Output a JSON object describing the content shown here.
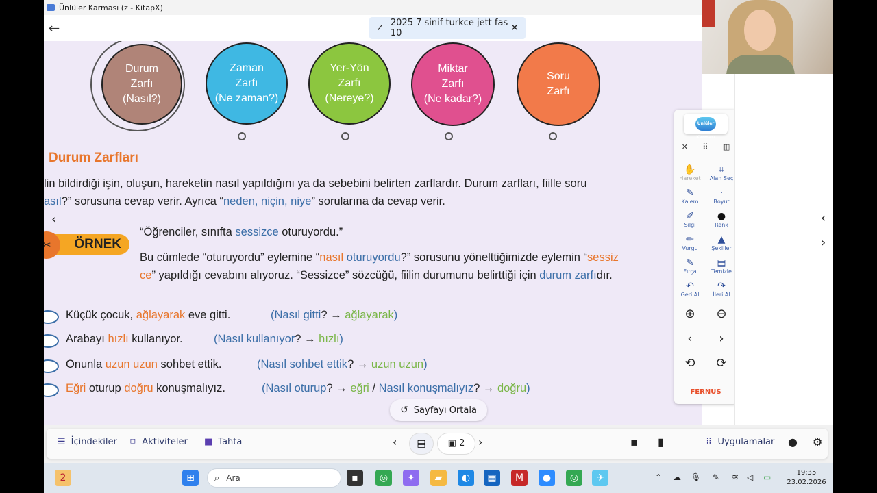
{
  "window": {
    "title": "Ünlüler Karması (z - KitapX)"
  },
  "toast": {
    "text": "2025 7 sinif turkce jett fas 10",
    "check": "✓",
    "close": "✕"
  },
  "circles": [
    {
      "lines": [
        "Durum",
        "Zarfı",
        "(Nasıl?)"
      ],
      "color": "#b08478"
    },
    {
      "lines": [
        "Zaman",
        "Zarfı",
        "(Ne zaman?)"
      ],
      "color": "#3fb8e3"
    },
    {
      "lines": [
        "Yer-Yön",
        "Zarfı",
        "(Nereye?)"
      ],
      "color": "#8cc63f"
    },
    {
      "lines": [
        "Miktar",
        "Zarfı",
        "(Ne kadar?)"
      ],
      "color": "#e0508f"
    },
    {
      "lines": [
        "Soru",
        "Zarfı"
      ],
      "color": "#f27a4a"
    }
  ],
  "section": {
    "title": "Durum Zarfları"
  },
  "paragraph": {
    "line1": "lin bildirdiği işin, oluşun, hareketin nasıl yapıldığını ya da sebebini belirten zarflardır. Durum zarfları, fiille soru",
    "line2_a": "asıl",
    "line2_b": "?” sorusuna cevap verir. Ayrıca “",
    "line2_c": "neden, niçin, niye",
    "line2_d": "” sorularına da cevap verir."
  },
  "example": {
    "badge": "ÖRNEK",
    "quote_a": "“Öğrenciler, sınıfta ",
    "quote_b": "sessizce",
    "quote_c": " oturuyordu.”",
    "exp1_a": "Bu cümlede “oturuyordu” eylemine “",
    "exp1_b": "nasıl",
    "exp1_c": " ",
    "exp1_d": "oturuyordu",
    "exp1_e": "?” sorusunu yönelttiğimizde eylemin “",
    "exp1_f": "sessiz",
    "exp2_a": "ce",
    "exp2_b": "” yapıldığı cevabını alıyoruz. “Sessizce” sözcüğü, fiilin durumunu belirttiği için ",
    "exp2_c": "durum zarfı",
    "exp2_d": "dır."
  },
  "examples": [
    {
      "s1": "Küçük çocuk, ",
      "s2": "ağlayarak",
      "s3": " eve gitti.",
      "q1": "(",
      "q2": "Nasıl gitti",
      "q3": "? → ",
      "q4": "ağlayarak",
      "q5": ")"
    },
    {
      "s1": "Arabayı ",
      "s2": "hızlı",
      "s3": " kullanıyor.",
      "q1": "(",
      "q2": "Nasıl kullanıyor",
      "q3": "? → ",
      "q4": "hızlı",
      "q5": ")"
    },
    {
      "s1": "Onunla ",
      "s2": "uzun uzun",
      "s3": " sohbet ettik.",
      "q1": "(",
      "q2": "Nasıl sohbet ettik",
      "q3": "? → ",
      "q4": "uzun uzun",
      "q5": ")"
    },
    {
      "s1": "",
      "s2": "Eğri",
      "s3": " oturup ",
      "s4": "doğru",
      "s5": " konuşmalıyız.",
      "q1": "(",
      "q2": "Nasıl oturup",
      "q3": "? → ",
      "q4": "eğri",
      "q5": " / ",
      "q6": "Nasıl konuşmalıyız",
      "q7": "? → ",
      "q8": "doğru",
      "q9": ")"
    }
  ],
  "center_button": {
    "label": "Sayfayı Ortala"
  },
  "toolbar": {
    "logo": "Ünlüler Karması",
    "tools": [
      {
        "label": "Hareket",
        "icon": "hand-icon"
      },
      {
        "label": "Alan Seç",
        "icon": "crop-icon"
      },
      {
        "label": "Kalem",
        "icon": "pen-icon"
      },
      {
        "label": "Boyut",
        "icon": "size-icon"
      },
      {
        "label": "Silgi",
        "icon": "eraser-icon"
      },
      {
        "label": "Renk",
        "icon": "color-drop-icon"
      },
      {
        "label": "Vurgu",
        "icon": "highlighter-icon"
      },
      {
        "label": "Şekiller",
        "icon": "shapes-icon"
      },
      {
        "label": "Fırça",
        "icon": "brush-icon"
      },
      {
        "label": "Temizle",
        "icon": "trash-icon"
      },
      {
        "label": "Geri Al",
        "icon": "undo-icon"
      },
      {
        "label": "İleri Al",
        "icon": "redo-icon"
      }
    ],
    "brand": "FERNUS"
  },
  "bottombar": {
    "contents": "İçindekiler",
    "activities": "Aktiviteler",
    "board": "Tahta",
    "page_number": "2",
    "apps": "Uygulamalar"
  },
  "taskbar": {
    "search_placeholder": "Ara",
    "time": "19:35",
    "date": "23.02.2026",
    "weather_badge": "2"
  },
  "colors": {
    "accent": "#e8762c",
    "blue_text": "#3c6fa8",
    "green_text": "#7ab648",
    "toolbar_icon": "#2f4f9a"
  }
}
